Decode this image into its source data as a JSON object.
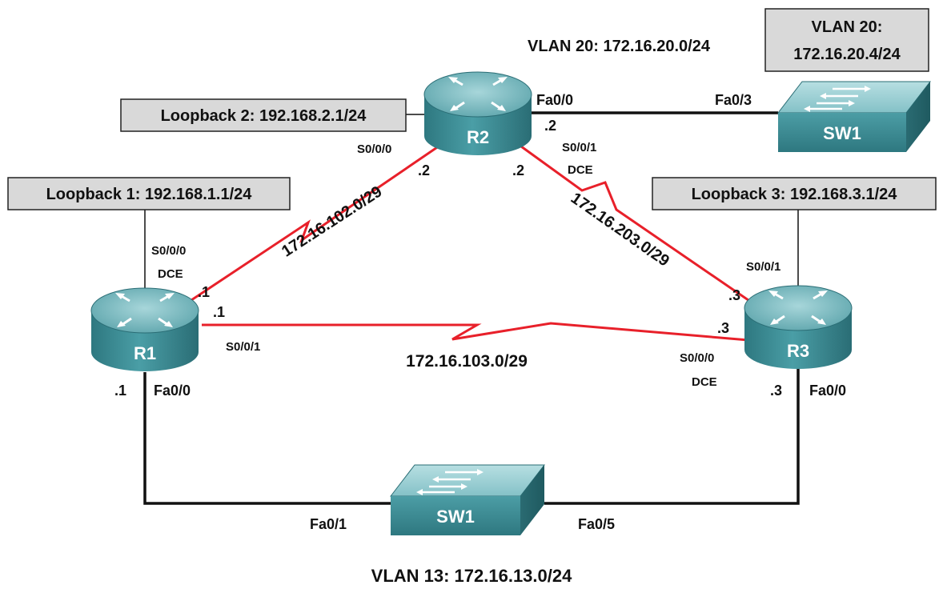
{
  "labels": {
    "vlan20_top": "VLAN 20: 172.16.20.0/24",
    "sw1_top_line1": "VLAN 20:",
    "sw1_top_line2": "172.16.20.4/24",
    "loopback2": "Loopback 2: 192.168.2.1/24",
    "loopback1": "Loopback 1: 192.168.1.1/24",
    "loopback3": "Loopback 3: 192.168.3.1/24",
    "vlan13_bottom": "VLAN 13: 172.16.13.0/24",
    "net_r1_r2": "172.16.102.0/29",
    "net_r2_r3": "172.16.203.0/29",
    "net_r1_r3": "172.16.103.0/29"
  },
  "devices": {
    "r1": {
      "name": "R1",
      "type": "router"
    },
    "r2": {
      "name": "R2",
      "type": "router"
    },
    "r3": {
      "name": "R3",
      "type": "router"
    },
    "sw1_top": {
      "name": "SW1",
      "type": "switch"
    },
    "sw1_bottom": {
      "name": "SW1",
      "type": "switch"
    }
  },
  "interfaces": {
    "r2_fa00": "Fa0/0",
    "r2_fa00_ip": ".2",
    "sw1_fa03": "Fa0/3",
    "r2_s000": "S0/0/0",
    "r2_s000_ip": ".2",
    "r2_s001": "S0/0/1",
    "r2_s001_dce": "DCE",
    "r2_s001_ip": ".2",
    "r1_s000": "S0/0/0",
    "r1_s000_dce": "DCE",
    "r1_s000_ip": ".1",
    "r1_s001_ip": ".1",
    "r1_s001": "S0/0/1",
    "r1_fa00_ip": ".1",
    "r1_fa00": "Fa0/0",
    "r3_s001": "S0/0/1",
    "r3_s001_ip": ".3",
    "r3_s000_ip": ".3",
    "r3_s000": "S0/0/0",
    "r3_s000_dce": "DCE",
    "r3_fa00_ip": ".3",
    "r3_fa00": "Fa0/0",
    "sw1_fa01": "Fa0/1",
    "sw1_fa05": "Fa0/5"
  },
  "colors": {
    "serial_link": "#e8202a",
    "ethernet_link": "#111111",
    "device_body": "#3d8e96",
    "device_top": "#7fbcc2",
    "label_box": "#d9d9d9"
  }
}
